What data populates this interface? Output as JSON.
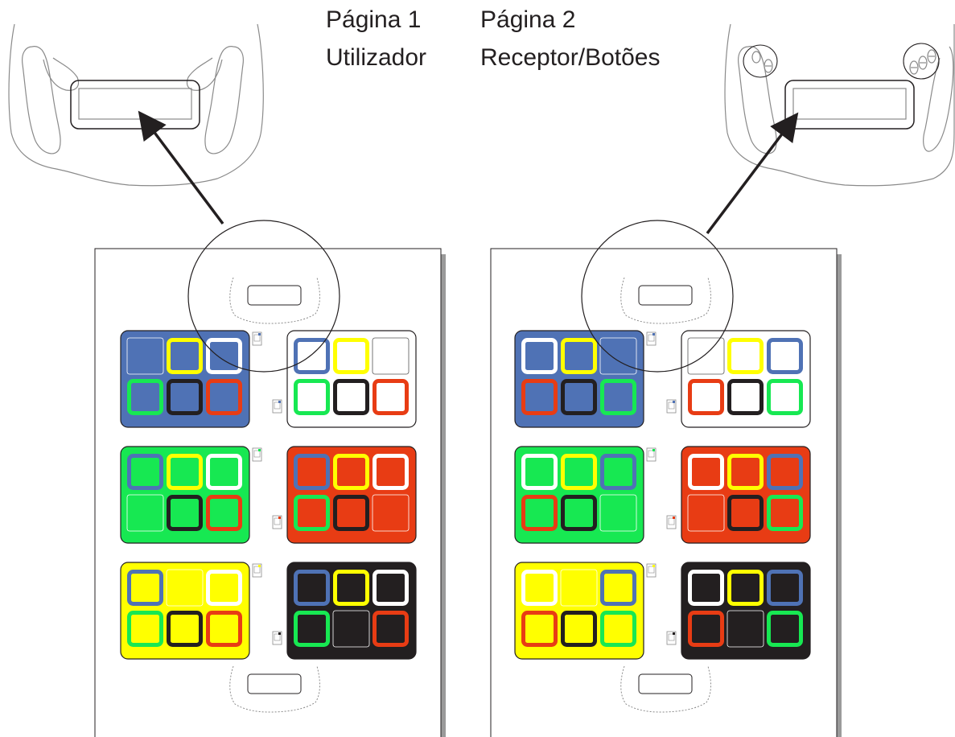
{
  "labels": {
    "page1": {
      "line1": "Página 1",
      "line2": "Utilizador"
    },
    "page2": {
      "line1": "Página 2",
      "line2": "Receptor/Botões"
    }
  },
  "colors": {
    "blue": "#4f72b5",
    "yellow": "#ffff00",
    "white": "#ffffff",
    "green": "#17e852",
    "black": "#231f20",
    "red": "#e83c14",
    "shadow": "#9a9a9a"
  },
  "sheets": [
    {
      "id": "page1",
      "panels": [
        {
          "bg": "blue",
          "cells": [
            "blue",
            "yellow",
            "white",
            "green",
            "black",
            "red"
          ]
        },
        {
          "bg": "white",
          "cells": [
            "blue",
            "yellow",
            "white",
            "green",
            "black",
            "red"
          ]
        },
        {
          "bg": "green",
          "cells": [
            "blue",
            "yellow",
            "white",
            "green",
            "black",
            "red"
          ]
        },
        {
          "bg": "red",
          "cells": [
            "blue",
            "yellow",
            "white",
            "green",
            "black",
            "red"
          ]
        },
        {
          "bg": "yellow",
          "cells": [
            "blue",
            "yellow",
            "white",
            "green",
            "black",
            "red"
          ]
        },
        {
          "bg": "black",
          "cells": [
            "blue",
            "yellow",
            "white",
            "green",
            "black",
            "red"
          ]
        }
      ]
    },
    {
      "id": "page2",
      "panels": [
        {
          "bg": "blue",
          "cells": [
            "white",
            "yellow",
            "blue",
            "red",
            "black",
            "green"
          ]
        },
        {
          "bg": "white",
          "cells": [
            "white",
            "yellow",
            "blue",
            "red",
            "black",
            "green"
          ]
        },
        {
          "bg": "green",
          "cells": [
            "white",
            "yellow",
            "blue",
            "red",
            "black",
            "green"
          ]
        },
        {
          "bg": "red",
          "cells": [
            "white",
            "yellow",
            "blue",
            "red",
            "black",
            "green"
          ]
        },
        {
          "bg": "yellow",
          "cells": [
            "white",
            "yellow",
            "blue",
            "red",
            "black",
            "green"
          ]
        },
        {
          "bg": "black",
          "cells": [
            "white",
            "yellow",
            "blue",
            "red",
            "black",
            "green"
          ]
        }
      ]
    }
  ]
}
